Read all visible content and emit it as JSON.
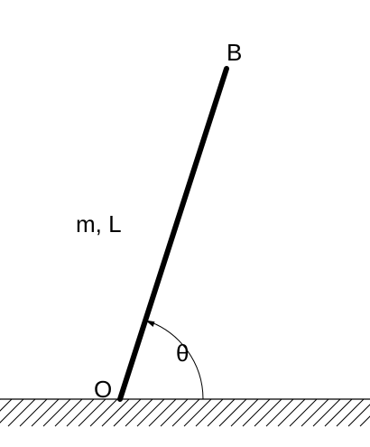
{
  "labels": {
    "top_end": "B",
    "pivot": "O",
    "rod": "m, L",
    "angle": "θ"
  },
  "colors": {
    "ink": "#000000",
    "background": "#ffffff"
  }
}
